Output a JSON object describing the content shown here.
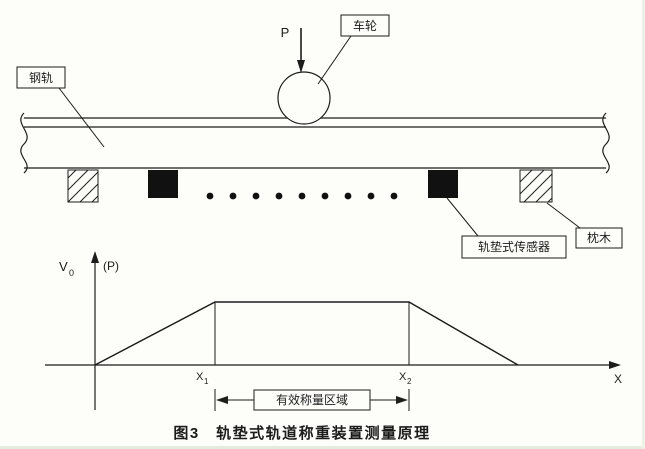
{
  "figure": {
    "caption": "图3　轨垫式轨道称重装置测量原理"
  },
  "schematic": {
    "force_label": "P",
    "wheel_label": "车轮",
    "rail_label": "钢轨",
    "sensor_label": "轨垫式传感器",
    "sleeper_label": "枕木"
  },
  "graph": {
    "y_axis_main": "V",
    "y_axis_sub": "0",
    "y_axis_alt": "(P)",
    "x_axis_label": "X",
    "x1": {
      "main": "X",
      "sub": "1"
    },
    "x2": {
      "main": "X",
      "sub": "2"
    },
    "region_label": "有效称量区域"
  },
  "colors": {
    "ink": "#1c1c1c",
    "paper": "#fdfdfa"
  }
}
